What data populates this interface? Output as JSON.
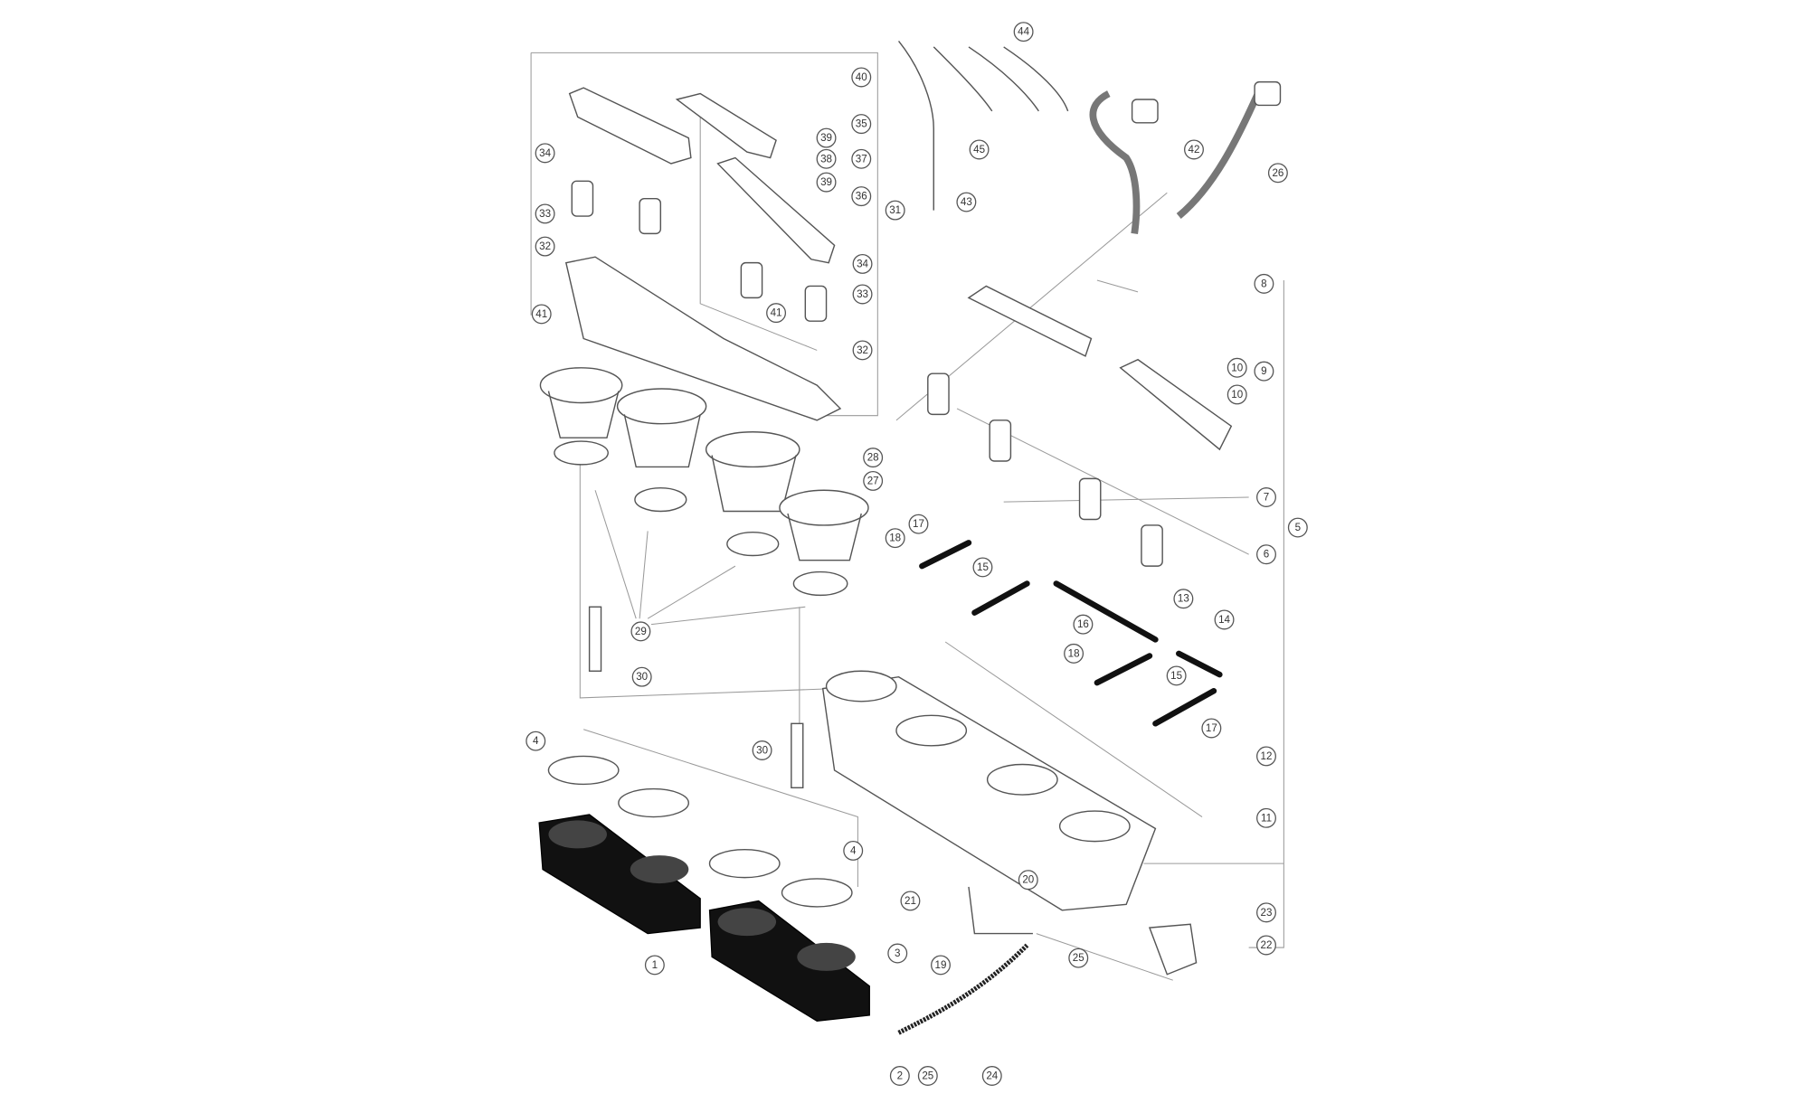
{
  "diagram": {
    "callouts": [
      "44",
      "40",
      "35",
      "39",
      "38",
      "37",
      "39",
      "36",
      "31",
      "34",
      "33",
      "32",
      "45",
      "43",
      "42",
      "26",
      "34",
      "33",
      "41",
      "41",
      "32",
      "8",
      "9",
      "10",
      "10",
      "28",
      "27",
      "7",
      "5",
      "6",
      "17",
      "18",
      "15",
      "13",
      "14",
      "16",
      "29",
      "18",
      "15",
      "30",
      "17",
      "4",
      "30",
      "12",
      "11",
      "4",
      "20",
      "21",
      "23",
      "3",
      "22",
      "19",
      "25",
      "1",
      "2",
      "25",
      "24"
    ]
  }
}
